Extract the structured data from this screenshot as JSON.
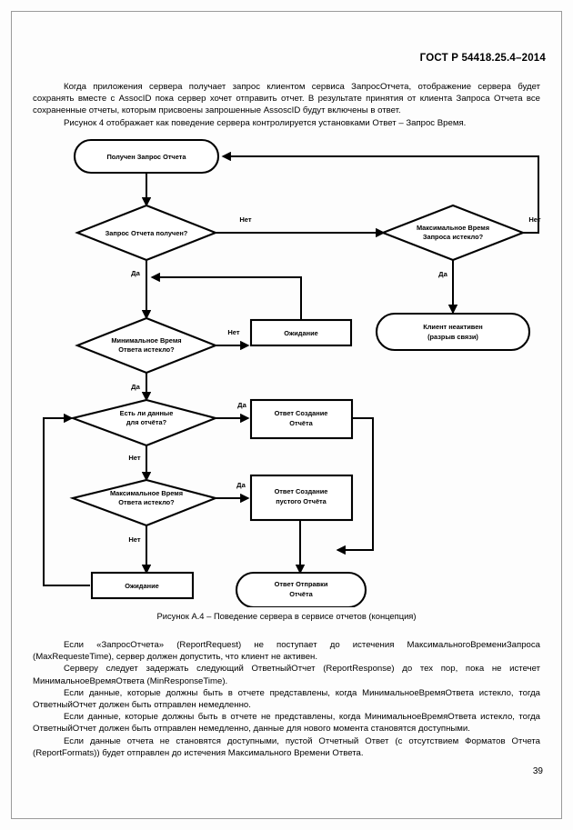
{
  "document": {
    "header": "ГОСТ Р 54418.25.4–2014",
    "page_number": "39"
  },
  "intro_paragraphs": [
    "Когда приложения сервера получает запрос клиентом сервиса ЗапросОтчета, отображение сервера будет сохранять вместе с AssocID пока сервер хочет отправить отчет. В результате принятия от клиента Запроса Отчета все сохраненные отчеты, которым присвоены запрошенные AssoscID будут включены в ответ.",
    "Рисунок 4 отображает как поведение сервера контролируется установками Ответ – Запрос Время."
  ],
  "figure": {
    "caption": "Рисунок А.4 – Поведение сервера в сервисе отчетов (концепция)",
    "nodes": {
      "start": "Получен Запрос Отчета",
      "decision_request_received": "Запрос Отчета получен?",
      "decision_max_request_time": "Максимальное Время Запроса истекло?",
      "decision_min_response_time": "Минимальное Время Ответа истекло?",
      "wait_upper": "Ожидание",
      "client_inactive": "Клиент неактивен (разрыв связи)",
      "decision_data_available": "Есть ли данные для отчёта?",
      "response_create_report": "Ответ Создание Отчёта",
      "decision_max_response_time": "Максимальное Время Ответа истекло?",
      "response_create_empty_report": "Ответ Создание пустого Отчёта",
      "wait_lower": "Ожидание",
      "response_send_report": "Ответ Отправки Отчёта"
    },
    "node_lines": {
      "start": [
        "Получен Запрос Отчета"
      ],
      "decision_request_received": [
        "Запрос Отчета получен?"
      ],
      "decision_max_request_time": [
        "Максимальное Время",
        "Запроса истекло?"
      ],
      "decision_min_response_time": [
        "Минимальное Время",
        "Ответа истекло?"
      ],
      "wait_upper": [
        "Ожидание"
      ],
      "client_inactive": [
        "Клиент неактивен",
        "(разрыв связи)"
      ],
      "decision_data_available": [
        "Есть ли данные",
        "для отчёта?"
      ],
      "response_create_report": [
        "Ответ Создание",
        "Отчёта"
      ],
      "decision_max_response_time": [
        "Максимальное Время",
        "Ответа истекло?"
      ],
      "response_create_empty_report": [
        "Ответ Создание",
        "пустого Отчёта"
      ],
      "wait_lower": [
        "Ожидание"
      ],
      "response_send_report": [
        "Ответ Отправки",
        "Отчёта"
      ]
    },
    "edge_labels": {
      "request_received_no": "Нет",
      "request_received_yes": "Да",
      "max_request_time_no": "Нет",
      "max_request_time_yes": "Да",
      "min_response_time_no": "Нет",
      "min_response_time_yes": "Да",
      "data_available_yes": "Да",
      "data_available_no": "Нет",
      "max_response_time_yes": "Да",
      "max_response_time_no": "Нет"
    }
  },
  "outro_paragraphs": [
    "Если «ЗапросОтчета» (ReportRequest) не поступает до истечения МаксимальногоВремениЗапроса (MaxRequesteTime), сервер должен допустить, что клиент не активен.",
    "Серверу следует задержать следующий ОтветныйОтчет (ReportResponse) до тех пор, пока не истечет МинимальноеВремяОтвета (MinResponseTime).",
    "Если данные, которые должны быть в отчете представлены, когда МинимальноеВремяОтвета истекло, тогда ОтветныйОтчет должен быть отправлен немедленно.",
    "Если данные, которые должны быть в отчете не представлены, когда МинимальноеВремяОтвета истекло, тогда ОтветныйОтчет должен быть отправлен немедленно, данные для нового момента становятся доступными.",
    "Если данные отчета не становятся доступными, пустой Отчетный Ответ (с отсутствием Форматов Отчета (ReportFormats)) будет отправлен до истечения Максимального Времени Ответа."
  ]
}
